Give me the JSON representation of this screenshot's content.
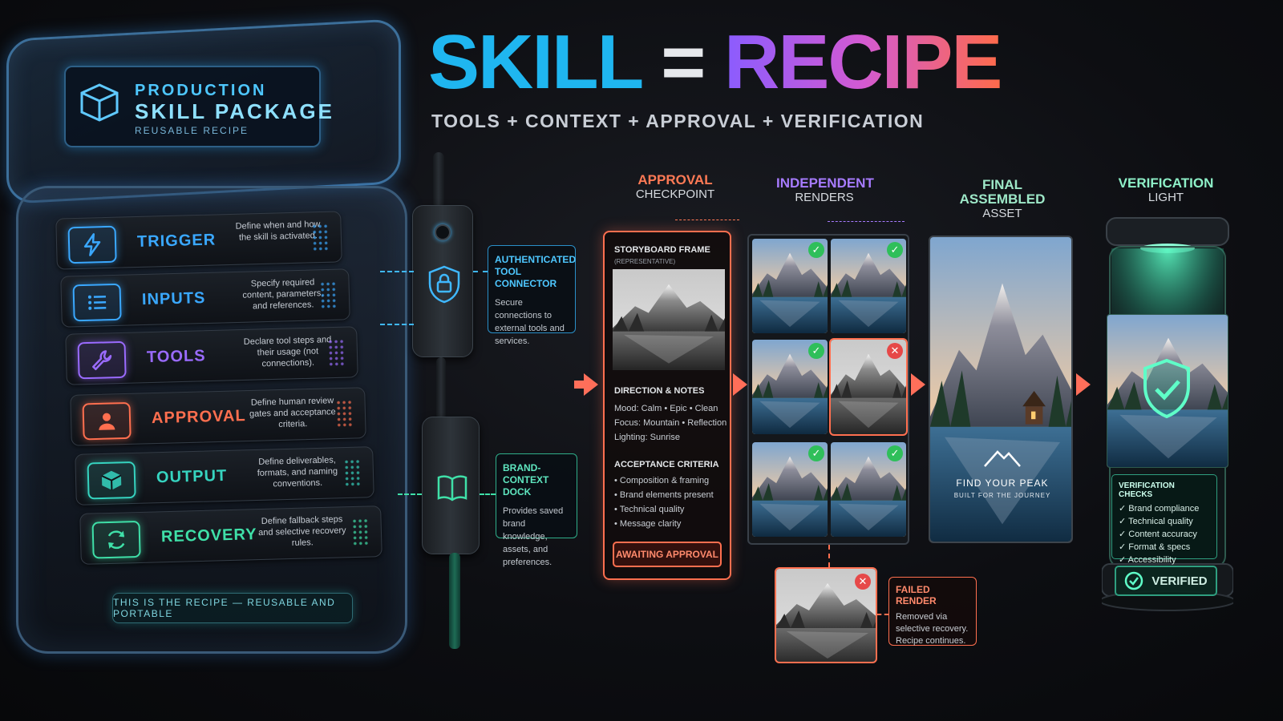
{
  "title": {
    "part1": "SKILL",
    "equals": "=",
    "part2": "RECIPE"
  },
  "subtitle": "TOOLS + CONTEXT + APPROVAL + VERIFICATION",
  "package": {
    "line1": "PRODUCTION",
    "line2": "SKILL PACKAGE",
    "line3": "REUSABLE RECIPE",
    "footer": "THIS IS THE RECIPE — REUSABLE AND PORTABLE",
    "items": [
      {
        "label": "TRIGGER",
        "desc": "Define when and how the skill is activated.",
        "icon": "lightning-icon",
        "color": "#3aa8ff"
      },
      {
        "label": "INPUTS",
        "desc": "Specify required content, parameters, and references.",
        "icon": "list-icon",
        "color": "#3aa8ff"
      },
      {
        "label": "TOOLS",
        "desc": "Declare tool steps and their usage (not connections).",
        "icon": "wrench-icon",
        "color": "#9a6bff"
      },
      {
        "label": "APPROVAL",
        "desc": "Define human review gates and acceptance criteria.",
        "icon": "person-icon",
        "color": "#ff6f4f"
      },
      {
        "label": "OUTPUT",
        "desc": "Define deliverables, formats, and naming conventions.",
        "icon": "box-icon",
        "color": "#36d4c0"
      },
      {
        "label": "RECOVERY",
        "desc": "Define fallback steps and selective recovery rules.",
        "icon": "refresh-icon",
        "color": "#3fe0a8"
      }
    ]
  },
  "connectors": {
    "auth": {
      "title": "AUTHENTICATED TOOL CONNECTOR",
      "desc": "Secure connections to external tools and services."
    },
    "brand": {
      "title": "BRAND-CONTEXT DOCK",
      "desc": "Provides saved brand knowledge, assets, and preferences."
    }
  },
  "columns": {
    "approval": {
      "l1": "APPROVAL",
      "l2": "CHECKPOINT"
    },
    "renders": {
      "l1": "INDEPENDENT",
      "l2": "RENDERS"
    },
    "final": {
      "l1": "FINAL ASSEMBLED",
      "l2": "ASSET"
    },
    "verify": {
      "l1": "VERIFICATION",
      "l2": "LIGHT"
    }
  },
  "storyboard": {
    "title": "STORYBOARD FRAME",
    "sub": "(REPRESENTATIVE)",
    "direction_title": "DIRECTION & NOTES",
    "mood": "Mood: Calm • Epic • Clean",
    "focus": "Focus: Mountain • Reflection",
    "lighting": "Lighting: Sunrise",
    "criteria_title": "ACCEPTANCE CRITERIA",
    "criteria": [
      "• Composition & framing",
      "• Brand elements present",
      "• Technical quality",
      "• Message clarity"
    ],
    "status": "AWAITING APPROVAL"
  },
  "renders": {
    "ok": "✓",
    "fail": "✕"
  },
  "final_asset": {
    "headline": "FIND YOUR PEAK",
    "tagline": "BUILT FOR THE JOURNEY"
  },
  "failed": {
    "title": "FAILED RENDER",
    "desc": "Removed via selective recovery. Recipe continues."
  },
  "verification": {
    "title": "VERIFICATION CHECKS",
    "items": [
      "Brand compliance",
      "Technical quality",
      "Content accuracy",
      "Format & specs",
      "Accessibility"
    ],
    "status": "VERIFIED"
  }
}
